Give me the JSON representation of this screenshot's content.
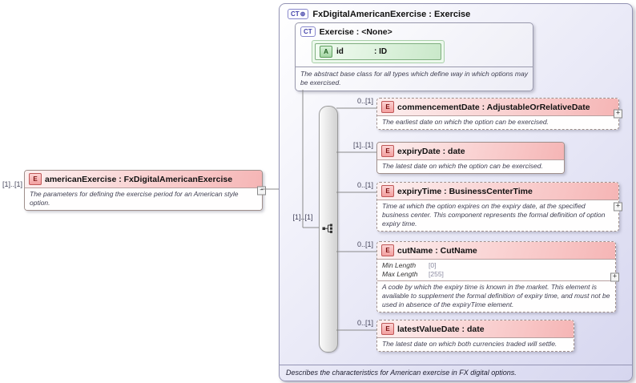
{
  "icons": {
    "complex_type": "CT",
    "circle_plus": "⊕",
    "element": "E",
    "attribute": "A",
    "expand": "+",
    "collapse": "−"
  },
  "root_element": {
    "cardinality": "[1]..[1]",
    "label": "americanExercise : FxDigitalAmericanExercise",
    "doc": "The parameters for defining the exercise period for an American style option."
  },
  "container": {
    "title": "FxDigitalAmericanExercise : Exercise",
    "footer_doc": "Describes the characteristics for American exercise in FX digital options.",
    "base_type": {
      "label": "Exercise : <None>",
      "attribute": {
        "name": "id",
        "type": ": ID"
      },
      "doc": "The abstract base class for all types which define way in which options may be exercised."
    },
    "sequence_cardinality": "[1]..[1]",
    "children": [
      {
        "cardinality": "0..[1]",
        "label": "commencementDate : AdjustableOrRelativeDate",
        "doc": "The earliest date on which the option can be exercised."
      },
      {
        "cardinality": "[1]..[1]",
        "label": "expiryDate : date",
        "doc": "The latest date on which the option can be exercised."
      },
      {
        "cardinality": "0..[1]",
        "label": "expiryTime : BusinessCenterTime",
        "doc": "Time at which the option expires on the expiry date, at the specified business center. This component represents the formal definition of option expiry time."
      },
      {
        "cardinality": "0..[1]",
        "label": "cutName : CutName",
        "facets": [
          {
            "label": "Min Length",
            "value": "[0]"
          },
          {
            "label": "Max Length",
            "value": "[255]"
          }
        ],
        "doc": "A code by which the expiry time is known in the market. This element is available to supplement the formal definition of expiry time, and must not be used in absence of the expiryTime element."
      },
      {
        "cardinality": "0..[1]",
        "label": "latestValueDate : date",
        "doc": "The latest date on which both currencies traded will settle."
      }
    ]
  }
}
